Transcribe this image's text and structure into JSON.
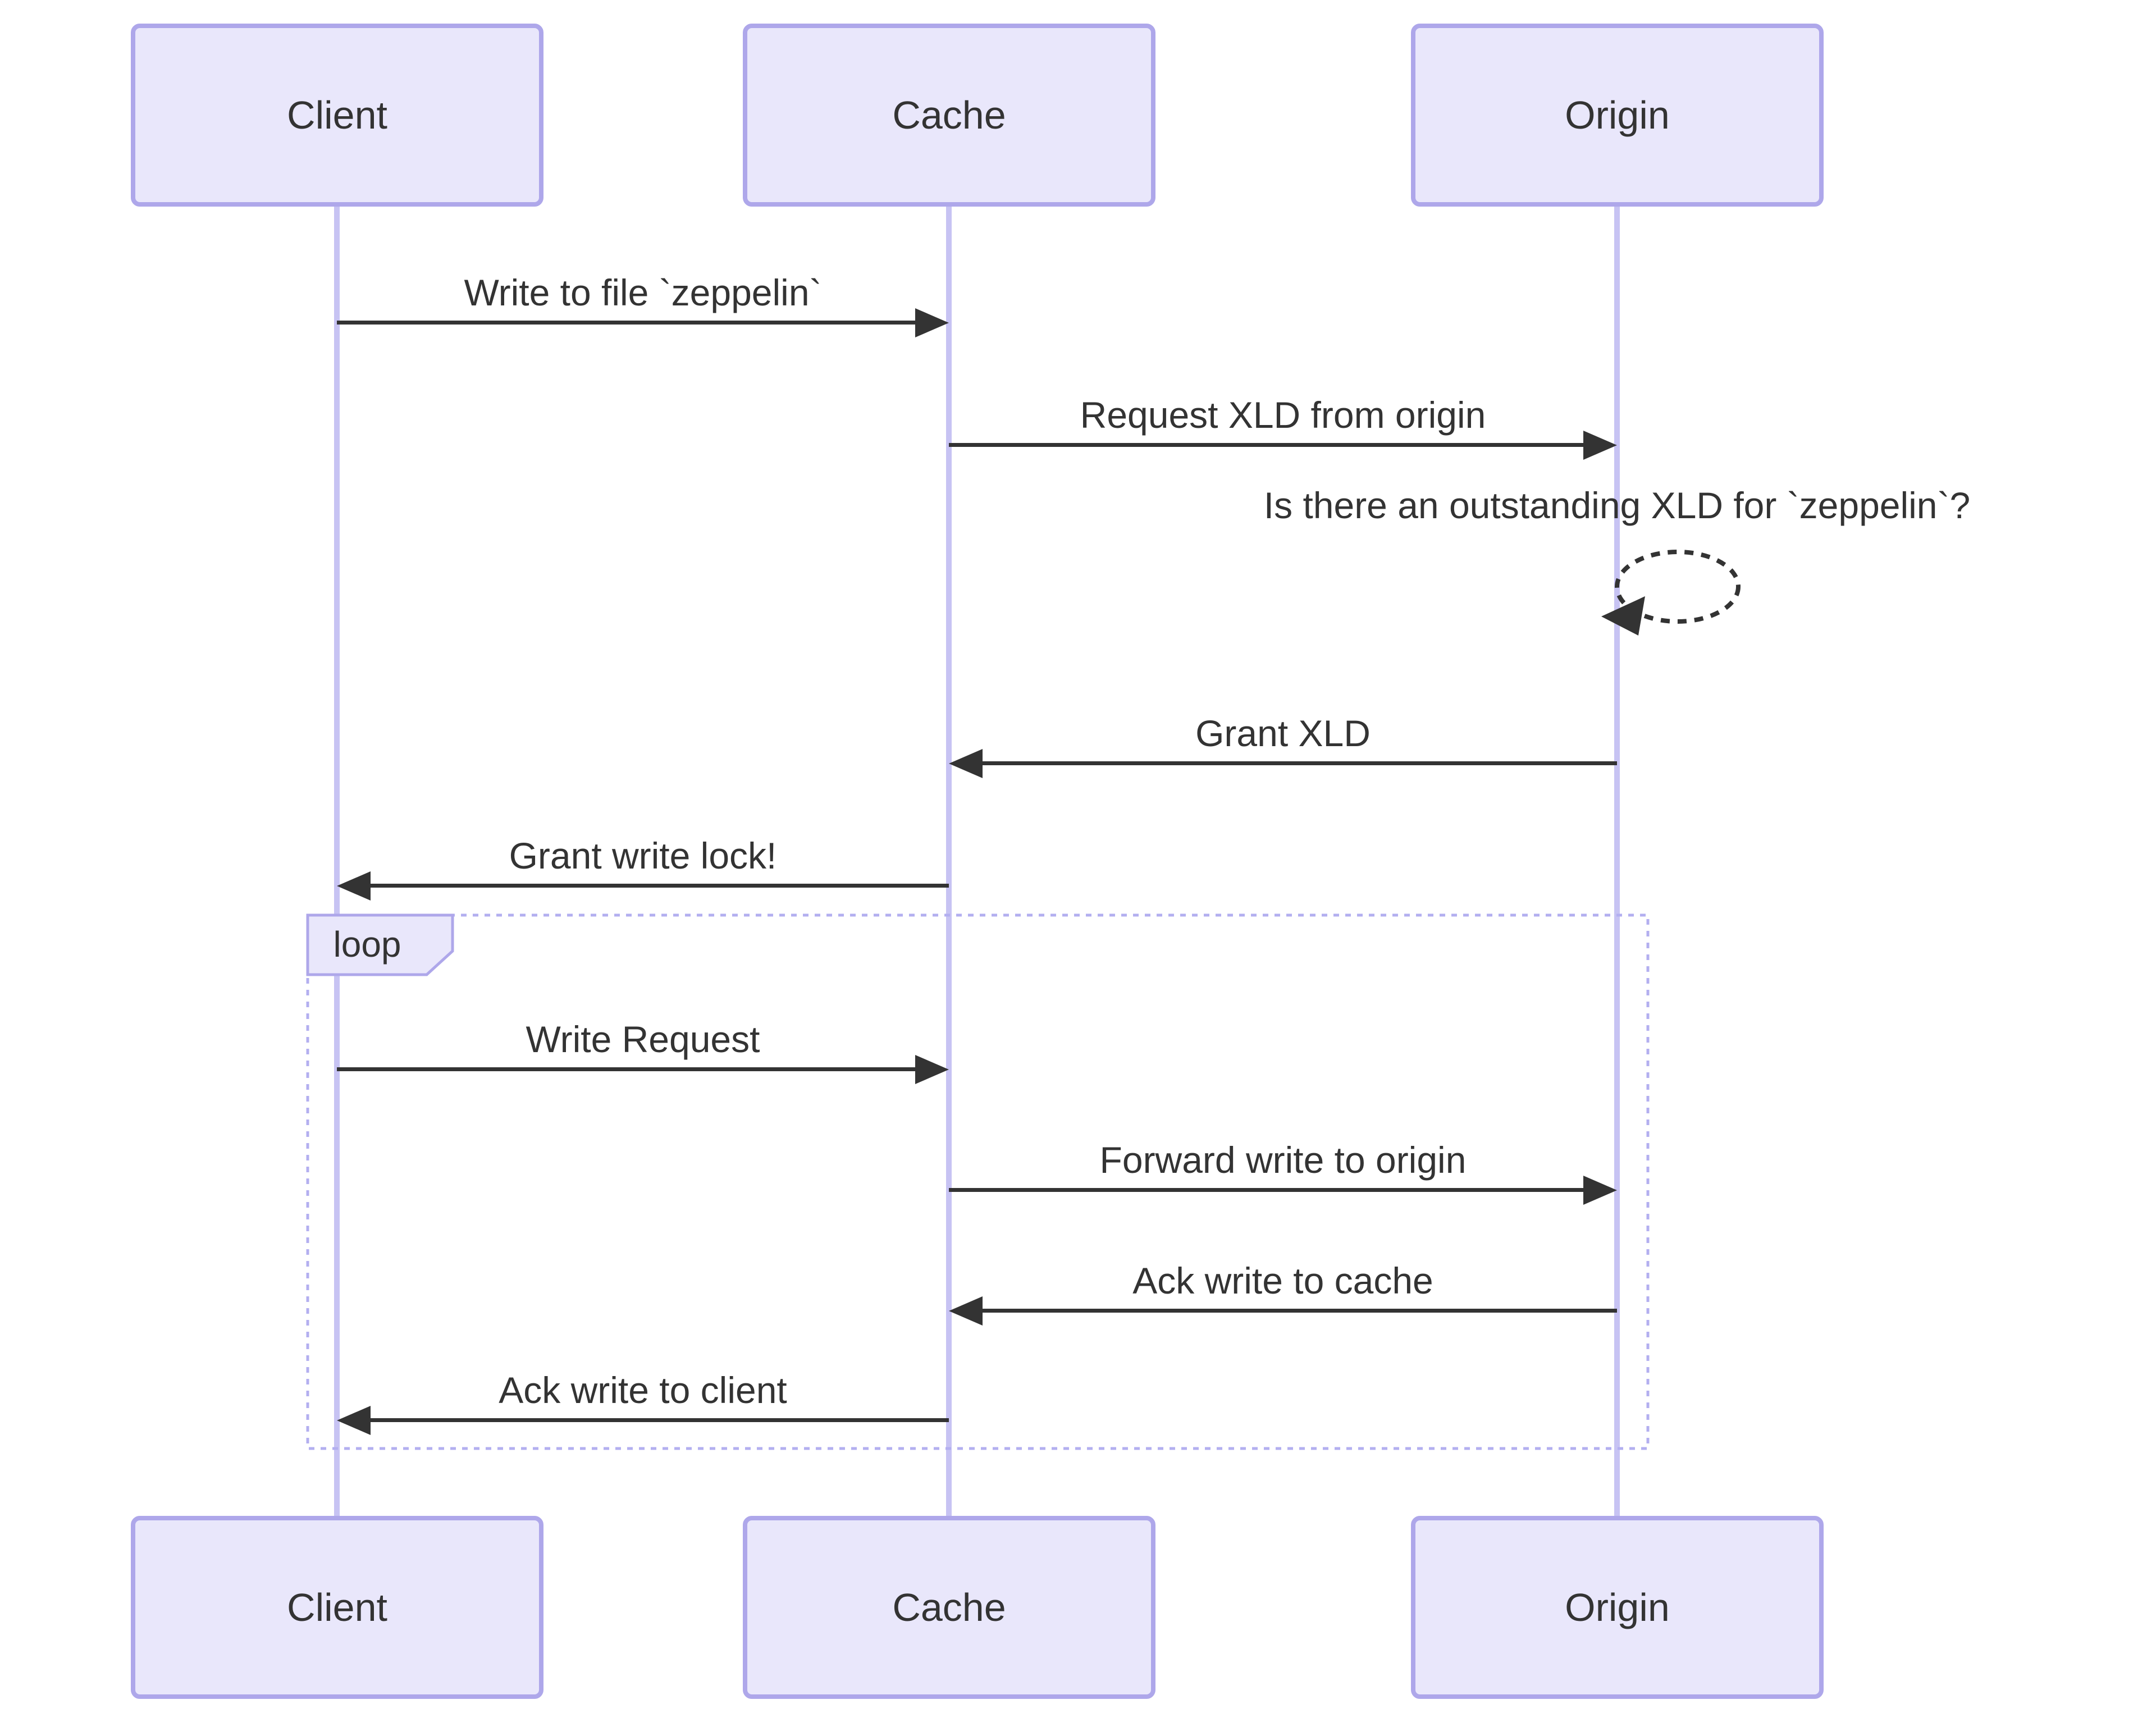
{
  "diagram": {
    "type": "sequence-diagram",
    "actors": [
      {
        "id": "client",
        "name": "Client"
      },
      {
        "id": "cache",
        "name": "Cache"
      },
      {
        "id": "origin",
        "name": "Origin"
      }
    ],
    "messages": [
      {
        "text": "Write to file `zeppelin`",
        "from": "Client",
        "to": "Cache",
        "style": "solid-arrow"
      },
      {
        "text": "Request XLD from origin",
        "from": "Cache",
        "to": "Origin",
        "style": "solid-arrow"
      },
      {
        "text": "Is there an outstanding XLD for `zeppelin`?",
        "from": "Origin",
        "to": "Origin",
        "style": "dashed-self-loop"
      },
      {
        "text": "Grant XLD",
        "from": "Origin",
        "to": "Cache",
        "style": "solid-arrow"
      },
      {
        "text": "Grant write lock!",
        "from": "Cache",
        "to": "Client",
        "style": "solid-arrow"
      },
      {
        "text": "Write Request",
        "from": "Client",
        "to": "Cache",
        "style": "solid-arrow",
        "in_loop": true
      },
      {
        "text": "Forward write to origin",
        "from": "Cache",
        "to": "Origin",
        "style": "solid-arrow",
        "in_loop": true
      },
      {
        "text": "Ack write to cache",
        "from": "Origin",
        "to": "Cache",
        "style": "solid-arrow",
        "in_loop": true
      },
      {
        "text": "Ack write to client",
        "from": "Cache",
        "to": "Client",
        "style": "solid-arrow",
        "in_loop": true
      }
    ],
    "loop": {
      "label": "loop"
    }
  },
  "colors": {
    "actor_fill": "#E9E7FB",
    "actor_border": "#AEA7EA",
    "lifeline": "#C7C3F3",
    "frame": "#B3AFF0",
    "ink": "#333333",
    "bg": "#FFFFFF"
  }
}
